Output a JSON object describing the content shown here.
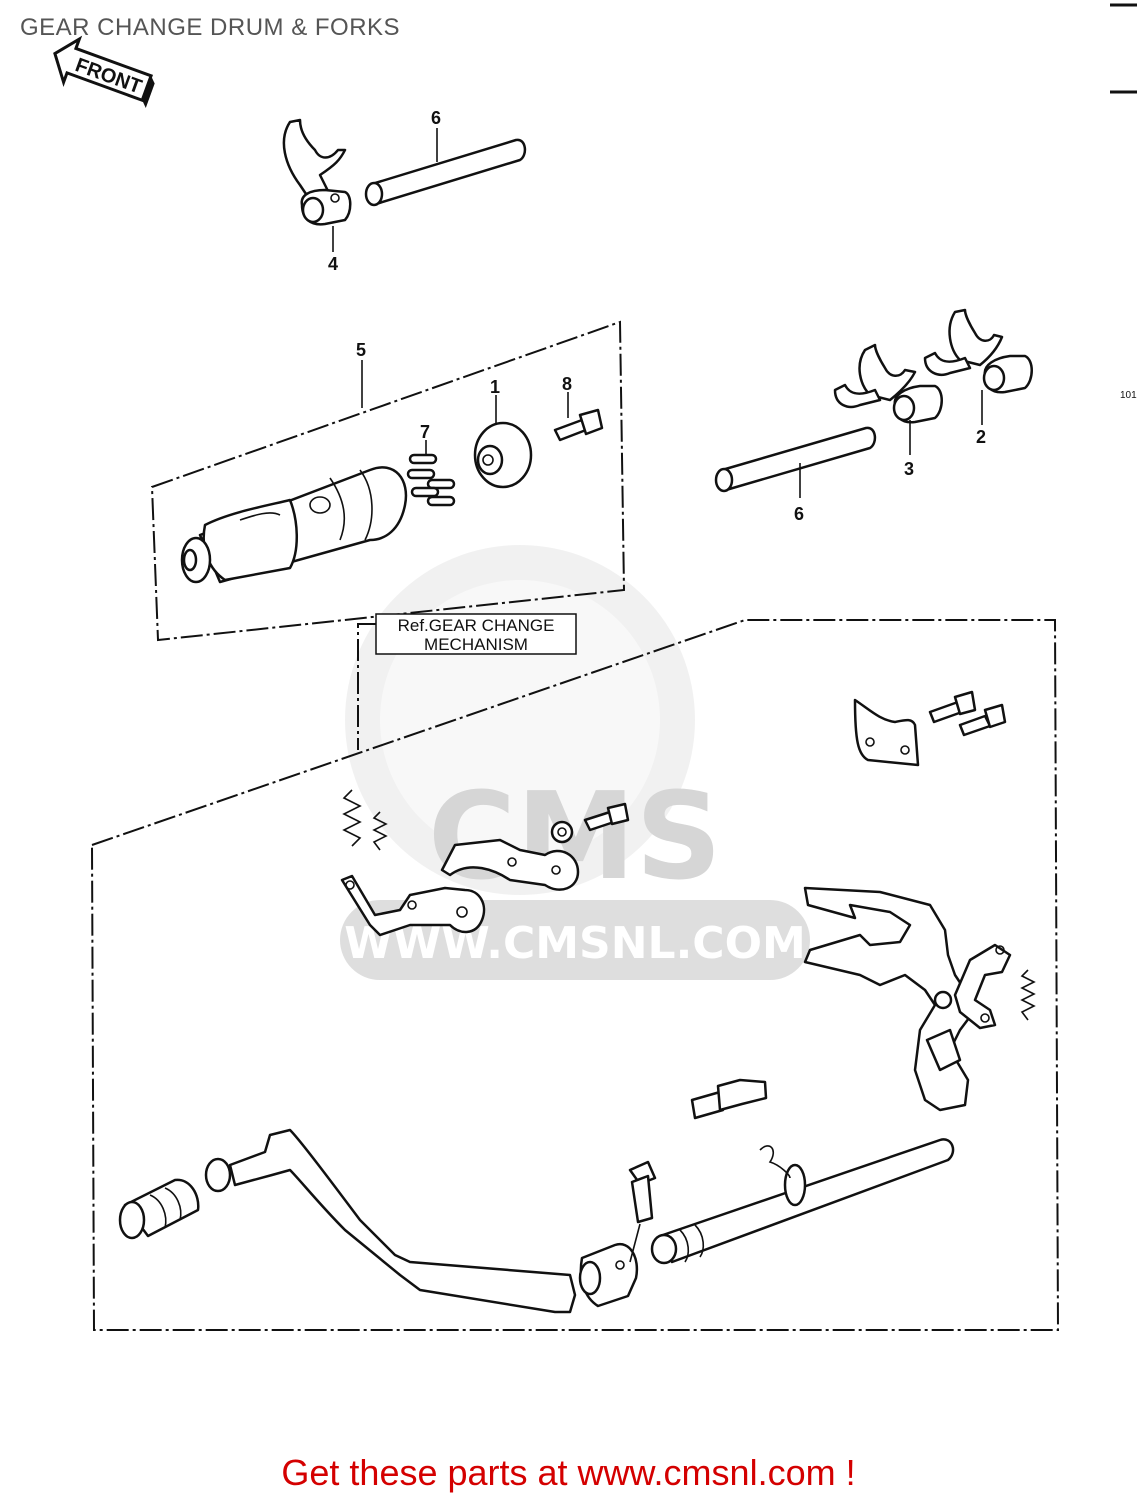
{
  "page": {
    "title": "GEAR CHANGE DRUM & FORKS",
    "footer": "Get these parts at www.cmsnl.com !"
  },
  "diagram": {
    "front_label": "FRONT",
    "ref_box": {
      "line1": "Ref.GEAR CHANGE",
      "line2": "MECHANISM"
    },
    "side_code": "101",
    "callouts": [
      {
        "id": "callout-6-top",
        "label": "6"
      },
      {
        "id": "callout-4",
        "label": "4"
      },
      {
        "id": "callout-5",
        "label": "5"
      },
      {
        "id": "callout-1",
        "label": "1"
      },
      {
        "id": "callout-8",
        "label": "8"
      },
      {
        "id": "callout-7",
        "label": "7"
      },
      {
        "id": "callout-2",
        "label": "2"
      },
      {
        "id": "callout-3",
        "label": "3"
      },
      {
        "id": "callout-6-right",
        "label": "6"
      }
    ]
  },
  "watermark": {
    "logo_text": "CMS",
    "url_text": "WWW.CMSNL.COM"
  },
  "colors": {
    "footer": "#d40000",
    "title": "#555555",
    "watermark": "#d6d6d6",
    "ink": "#111111"
  }
}
